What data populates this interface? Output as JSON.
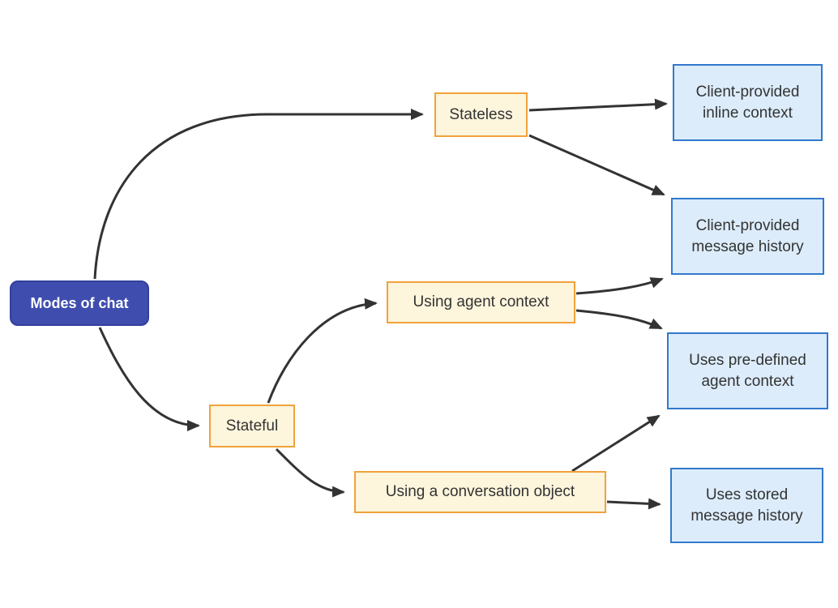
{
  "diagram": {
    "type": "flowchart-left-to-right",
    "title": "Modes of chat",
    "nodes": {
      "root": {
        "label": "Modes of chat",
        "style": "root"
      },
      "stateless": {
        "label": "Stateless",
        "style": "branch"
      },
      "stateful": {
        "label": "Stateful",
        "style": "branch"
      },
      "using_agent_context": {
        "label": "Using agent context",
        "style": "branch"
      },
      "using_conversation_object": {
        "label": "Using a conversation object",
        "style": "branch"
      },
      "client_inline_context": {
        "label": "Client-provided inline context",
        "style": "leaf"
      },
      "client_message_history": {
        "label": "Client-provided message history",
        "style": "leaf"
      },
      "predefined_agent_context": {
        "label": "Uses pre-defined agent context",
        "style": "leaf"
      },
      "stored_message_history": {
        "label": "Uses stored message history",
        "style": "leaf"
      }
    },
    "edges": [
      {
        "from": "root",
        "to": "stateless"
      },
      {
        "from": "root",
        "to": "stateful"
      },
      {
        "from": "stateless",
        "to": "client_inline_context"
      },
      {
        "from": "stateless",
        "to": "client_message_history"
      },
      {
        "from": "stateful",
        "to": "using_agent_context"
      },
      {
        "from": "stateful",
        "to": "using_conversation_object"
      },
      {
        "from": "using_agent_context",
        "to": "client_message_history"
      },
      {
        "from": "using_agent_context",
        "to": "predefined_agent_context"
      },
      {
        "from": "using_conversation_object",
        "to": "predefined_agent_context"
      },
      {
        "from": "using_conversation_object",
        "to": "stored_message_history"
      }
    ],
    "colors": {
      "background": "#ffffff",
      "root_fill": "#3f4eae",
      "root_border": "#32409b",
      "root_text": "#ffffff",
      "branch_fill": "#fdf5dc",
      "branch_border": "#f0a23b",
      "leaf_fill": "#dcecfb",
      "leaf_border": "#3279cc",
      "edge_stroke": "#333333",
      "node_text": "#333333"
    }
  }
}
